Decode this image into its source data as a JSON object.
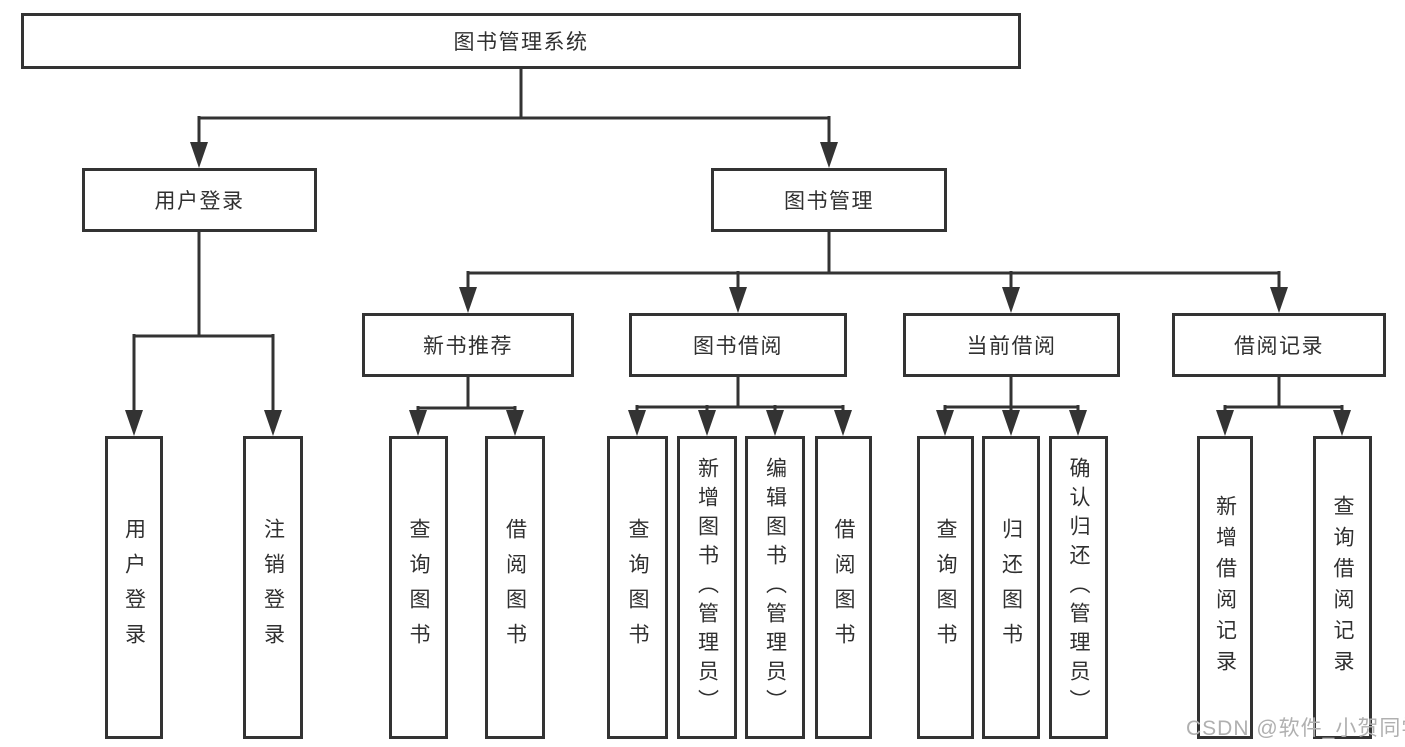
{
  "tree": {
    "root": {
      "label": "图书管理系统",
      "children": [
        {
          "label": "用户登录",
          "children": [
            {
              "label": "用户登录"
            },
            {
              "label": "注销登录"
            }
          ]
        },
        {
          "label": "图书管理",
          "children": [
            {
              "label": "新书推荐",
              "children": [
                {
                  "label": "查询图书"
                },
                {
                  "label": "借阅图书"
                }
              ]
            },
            {
              "label": "图书借阅",
              "children": [
                {
                  "label": "查询图书"
                },
                {
                  "label": "新增图书（管理员）"
                },
                {
                  "label": "编辑图书（管理员）"
                },
                {
                  "label": "借阅图书"
                }
              ]
            },
            {
              "label": "当前借阅",
              "children": [
                {
                  "label": "查询图书"
                },
                {
                  "label": "归还图书"
                },
                {
                  "label": "确认归还（管理员）"
                }
              ]
            },
            {
              "label": "借阅记录",
              "children": [
                {
                  "label": "新增借阅记录"
                },
                {
                  "label": "查询借阅记录"
                }
              ]
            }
          ]
        }
      ]
    }
  },
  "watermark": "CSDN @软件_小贺同学",
  "colors": {
    "line": "#333333",
    "box_border": "#333333",
    "text": "#303030",
    "background": "#ffffff",
    "watermark_text": "#b0b0b0"
  }
}
